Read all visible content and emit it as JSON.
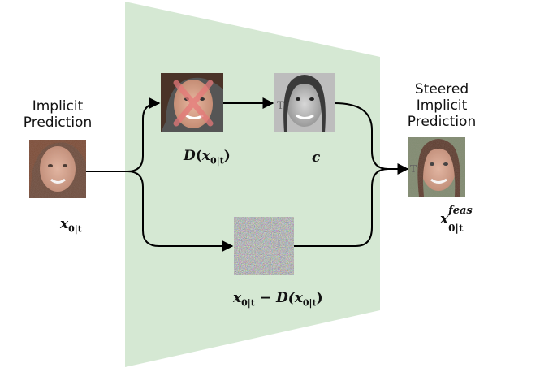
{
  "input": {
    "label_line1": "Implicit",
    "label_line2": "Prediction",
    "symbol_base": "x",
    "symbol_sub": "0|t"
  },
  "denoised": {
    "symbol_fn": "D",
    "symbol_open": "(",
    "symbol_base": "x",
    "symbol_sub": "0|t",
    "symbol_close": ")"
  },
  "condition": {
    "symbol": "c"
  },
  "residual": {
    "symbol_base": "x",
    "symbol_sub": "0|t",
    "symbol_minus": " − D(",
    "symbol_base2": "x",
    "symbol_sub2": "0|t",
    "symbol_close": ")"
  },
  "output": {
    "label_line1": "Steered",
    "label_line2": "Implicit",
    "label_line3": "Prediction",
    "symbol_base": "x",
    "symbol_sup": "feas",
    "symbol_sub": "0|t"
  },
  "colors": {
    "trapezoid_fill": "#d5e8d3",
    "arrow": "#000000",
    "cross": "#e57878"
  },
  "icons": {
    "input_image": "face-photo-noisy",
    "denoised_image": "face-photo-crossed-out",
    "condition_image": "face-photo-grayscale",
    "residual_image": "noise-texture",
    "output_image": "face-photo-noisy-steered"
  }
}
